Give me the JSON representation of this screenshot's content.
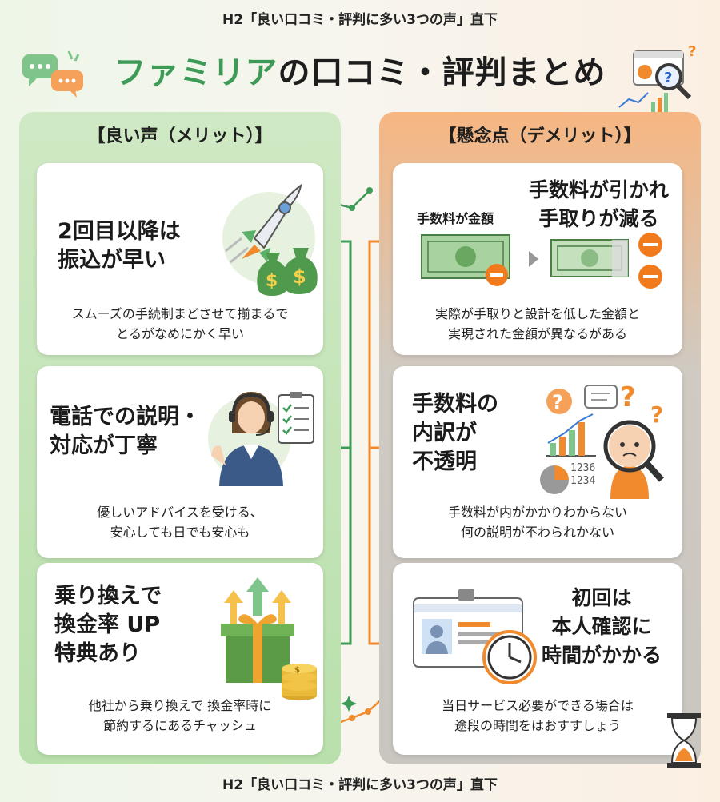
{
  "caption_top": "H2「良い口コミ・評判に多い3つの声」直下",
  "caption_bottom": "H2「良い口コミ・評判に多い3つの声」直下",
  "title": {
    "part1": "ファミリア",
    "part2": "の口コミ・評判まとめ"
  },
  "merits": {
    "header": "【良い声（メリット）】",
    "items": [
      {
        "heading": "2回目以降は\n振込が早い",
        "desc": "スムーズの手続制まどさせて揃まるで\nとるがなめにかく早い"
      },
      {
        "heading": "電話での説明・\n対応が丁寧",
        "desc": "優しいアドバイスを受ける、\n安心しても日でも安心も"
      },
      {
        "heading": "乗り換えで\n換金率 UP\n特典あり",
        "desc": "他社から乗り換えで 換金率時に\n節約するにあるチャッシュ"
      }
    ]
  },
  "demerits": {
    "header": "【懸念点（デメリット）】",
    "items": [
      {
        "label_left": "手数料が金額",
        "heading": "手数料が引かれ\n手取りが減る",
        "desc": "実際が手取りと設計を低した金額と\n実現された金額が異なるがある"
      },
      {
        "heading": "手数料の\n内訳が\n不透明",
        "desc": "手数料が内がかかりわからない\n何の説明が不わられかない",
        "numbers": [
          "1236",
          "1234"
        ]
      },
      {
        "heading": "初回は\n本人確認に\n時間がかかる",
        "desc": "当日サービス必要ができる場合は\n途段の時間をはおすすしょう"
      }
    ]
  },
  "colors": {
    "green": "#3e9b57",
    "orange": "#f08a2c",
    "minus": "#f07a1c"
  },
  "icons": [
    "speech-bubbles-icon",
    "magnifier-chart-icon",
    "rocket-icon",
    "money-bag-icon",
    "operator-icon",
    "checklist-icon",
    "gift-box-icon",
    "coins-icon",
    "banknote-icon",
    "minus-icon",
    "question-mark-icon",
    "magnifier-face-icon",
    "id-card-icon",
    "clock-icon",
    "hourglass-icon"
  ]
}
